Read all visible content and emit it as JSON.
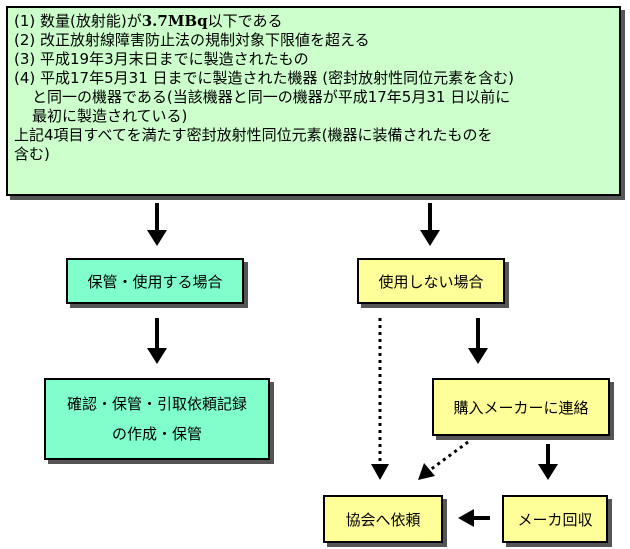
{
  "conditions": {
    "item1_a": "(1) 数量(放射能)が",
    "item1_b": "3.7MBq",
    "item1_c": "以下である",
    "item2": "(2) 改正放射線障害防止法の規制対象下限値を超える",
    "item3": "(3) 平成19年3月末日までに製造されたもの",
    "item4_l1": "(4) 平成17年5月31 日までに製造された機器 (密封放射性同位元素を含む)",
    "item4_l2": "と同一の機器である(当該機器と同一の機器が平成17年5月31 日以前に",
    "item4_l3": "最初に製造されている)",
    "summary_l1": "上記4項目すべてを満たす密封放射性同位元素(機器に装備されたものを",
    "summary_l2": "含む)"
  },
  "nodes": {
    "keep_use": "保管・使用する場合",
    "not_use": "使用しない場合",
    "records_l1": "確認・保管・引取依頼記録",
    "records_l2": "の作成・保管",
    "contact": "購入メーカーに連絡",
    "association": "協会へ依頼",
    "maker_collect": "メーカ回収"
  },
  "colors": {
    "conditions_fill": "#ccffcc",
    "keep_use_fill": "#80ffcc",
    "not_use_fill": "#ffff99"
  }
}
